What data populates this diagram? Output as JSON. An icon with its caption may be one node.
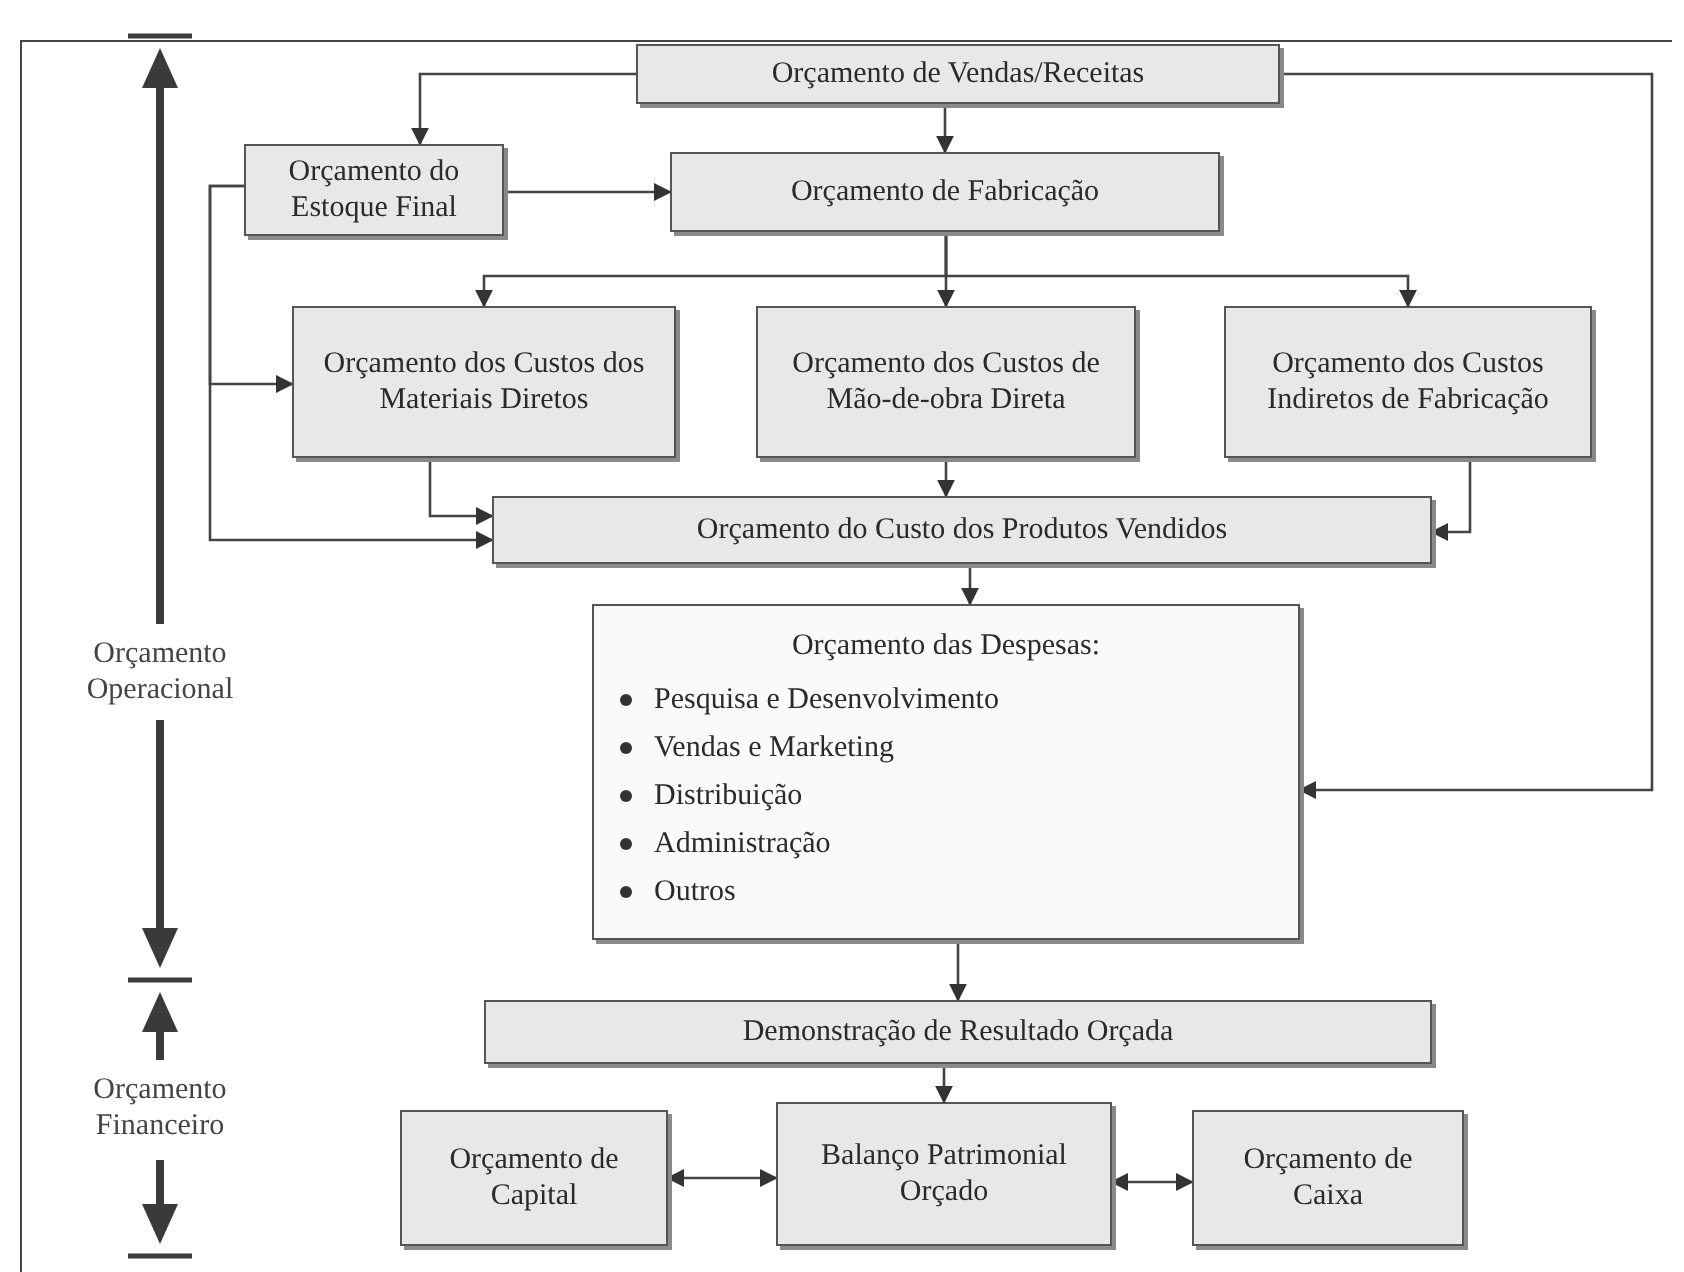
{
  "diagram": {
    "nodes": [
      {
        "text": [
          "Orçamento de Vendas/Receitas"
        ]
      },
      {
        "text": [
          "Orçamento do Estoque Final"
        ]
      },
      {
        "text": [
          "Orçamento de Fabricação"
        ]
      },
      {
        "text": [
          "Orçamento dos Custos dos Materiais Diretos"
        ]
      },
      {
        "text": [
          "Orçamento dos Custos de Mão-de-obra Direta"
        ]
      },
      {
        "text": [
          "Orçamento dos Custos Indiretos de Fabricação"
        ]
      },
      {
        "text": [
          "Orçamento do Custo dos Produtos Vendidos"
        ]
      },
      {
        "text": [
          "Orçamento das Despesas:",
          "Pesquisa e Desenvolvimento",
          "Vendas e Marketing",
          "Distribuição",
          "Administração",
          "Outros"
        ]
      },
      {
        "text": [
          "Demonstração de Resultado Orçada"
        ]
      },
      {
        "text": [
          "Orçamento de Capital"
        ]
      },
      {
        "text": [
          "Balanço Patrimonial Orçado"
        ]
      },
      {
        "text": [
          "Orçamento de Caixa"
        ]
      }
    ],
    "edges": [
      {
        "from": 0,
        "to": 1,
        "arrow": "to"
      },
      {
        "from": 0,
        "to": 2,
        "arrow": "to"
      },
      {
        "from": 0,
        "to": 7,
        "arrow": "to"
      },
      {
        "from": 1,
        "to": 2,
        "arrow": "to"
      },
      {
        "from": 1,
        "to": 3,
        "arrow": "to"
      },
      {
        "from": 1,
        "to": 6,
        "arrow": "to"
      },
      {
        "from": 2,
        "to": 3,
        "arrow": "to"
      },
      {
        "from": 2,
        "to": 4,
        "arrow": "to"
      },
      {
        "from": 2,
        "to": 5,
        "arrow": "to"
      },
      {
        "from": 3,
        "to": 6,
        "arrow": "to"
      },
      {
        "from": 4,
        "to": 6,
        "arrow": "to"
      },
      {
        "from": 5,
        "to": 6,
        "arrow": "to"
      },
      {
        "from": 6,
        "to": 7,
        "arrow": "to"
      },
      {
        "from": 7,
        "to": 8,
        "arrow": "to"
      },
      {
        "from": 8,
        "to": 10,
        "arrow": "to"
      },
      {
        "from": 9,
        "to": 10,
        "arrow": "both"
      },
      {
        "from": 10,
        "to": 11,
        "arrow": "both"
      }
    ],
    "labels": [
      "Orçamento Operacional",
      "Orçamento Financeiro"
    ]
  }
}
